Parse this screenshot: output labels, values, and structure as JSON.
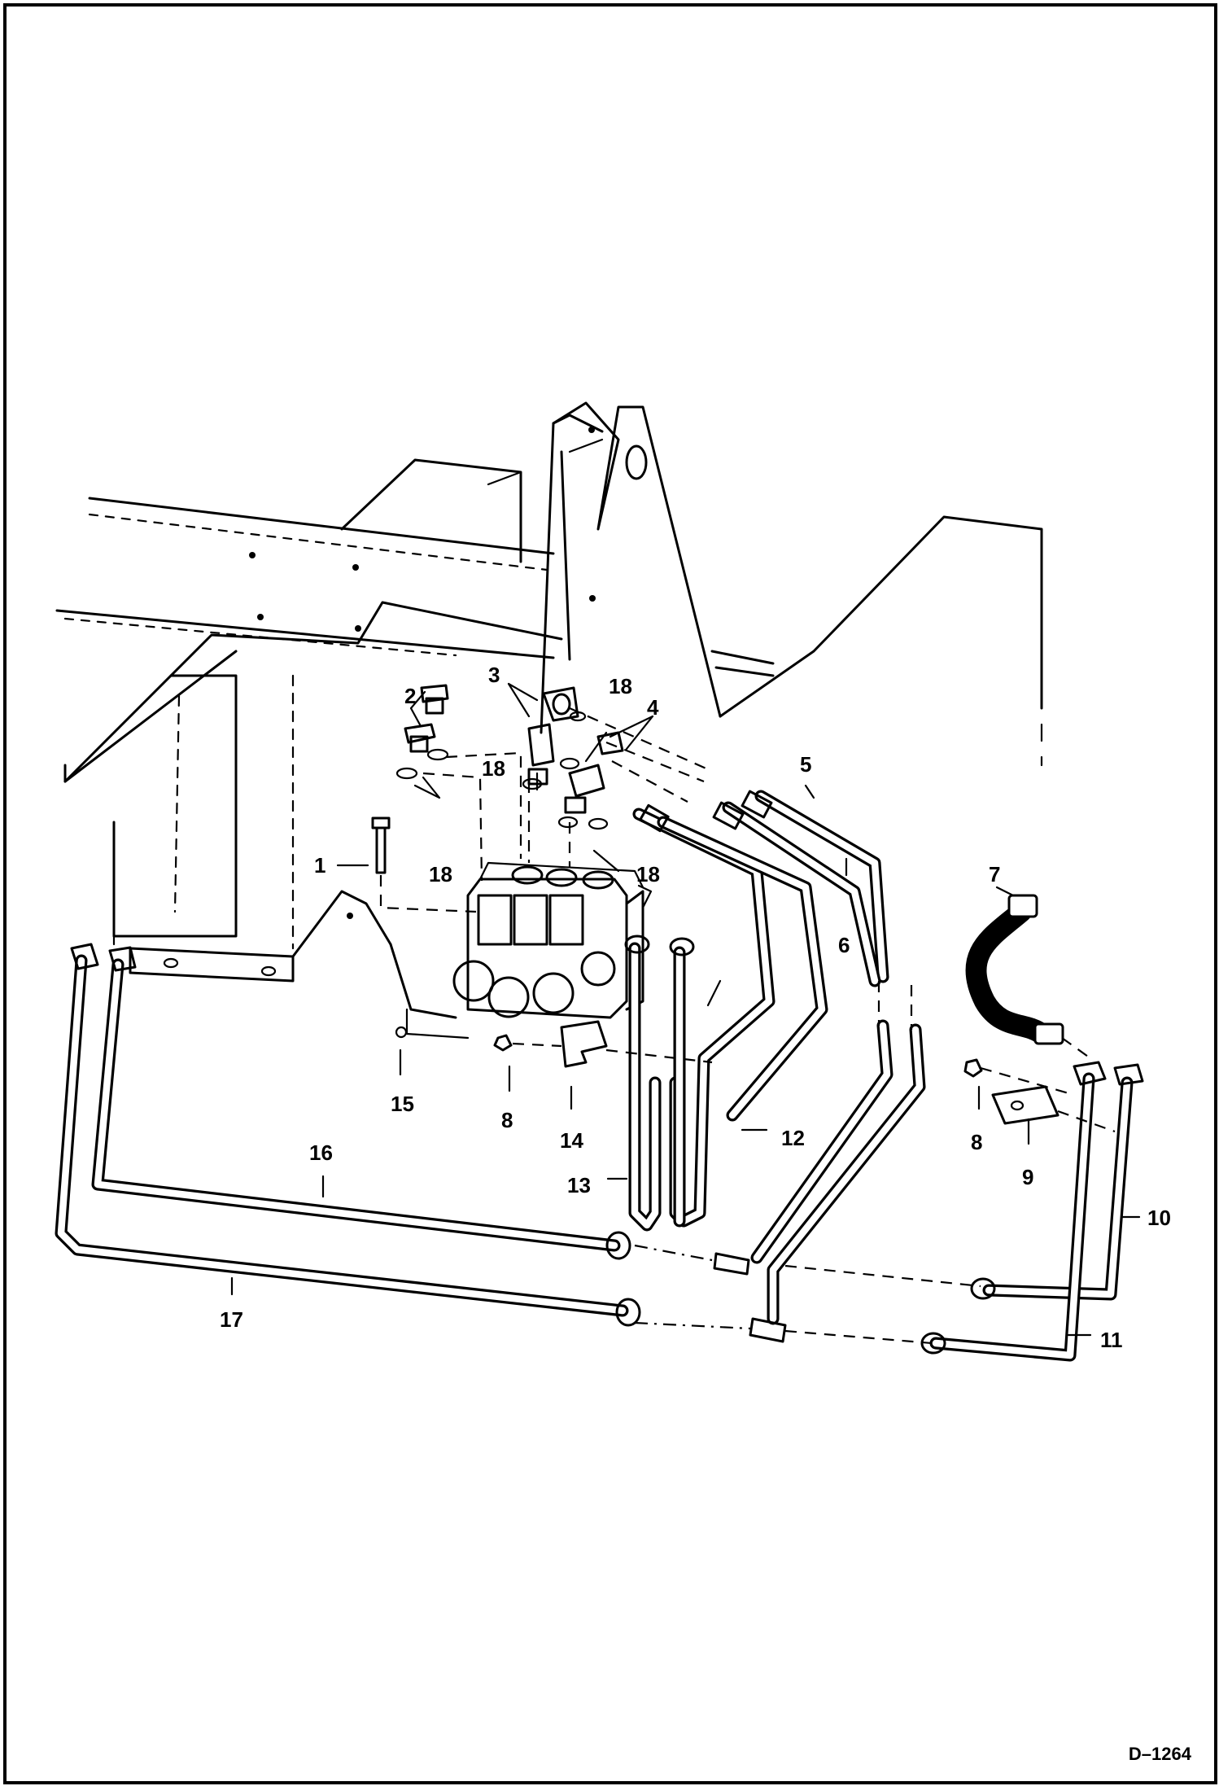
{
  "figure": {
    "drawing_id": "D–1264"
  },
  "callouts": [
    "1",
    "2",
    "3",
    "4",
    "5",
    "6",
    "7",
    "8",
    "9",
    "10",
    "11",
    "12",
    "13",
    "14",
    "15",
    "16",
    "17",
    "18"
  ],
  "labels": {
    "l1": "1",
    "l2": "2",
    "l3": "3",
    "l4": "4",
    "l5": "5",
    "l6": "6",
    "l7": "7",
    "l8a": "8",
    "l8b": "8",
    "l9": "9",
    "l10": "10",
    "l11": "11",
    "l12": "12",
    "l13": "13",
    "l14": "14",
    "l15": "15",
    "l16": "16",
    "l17": "17",
    "l18a": "18",
    "l18b": "18",
    "l18c": "18",
    "l18d": "18"
  }
}
